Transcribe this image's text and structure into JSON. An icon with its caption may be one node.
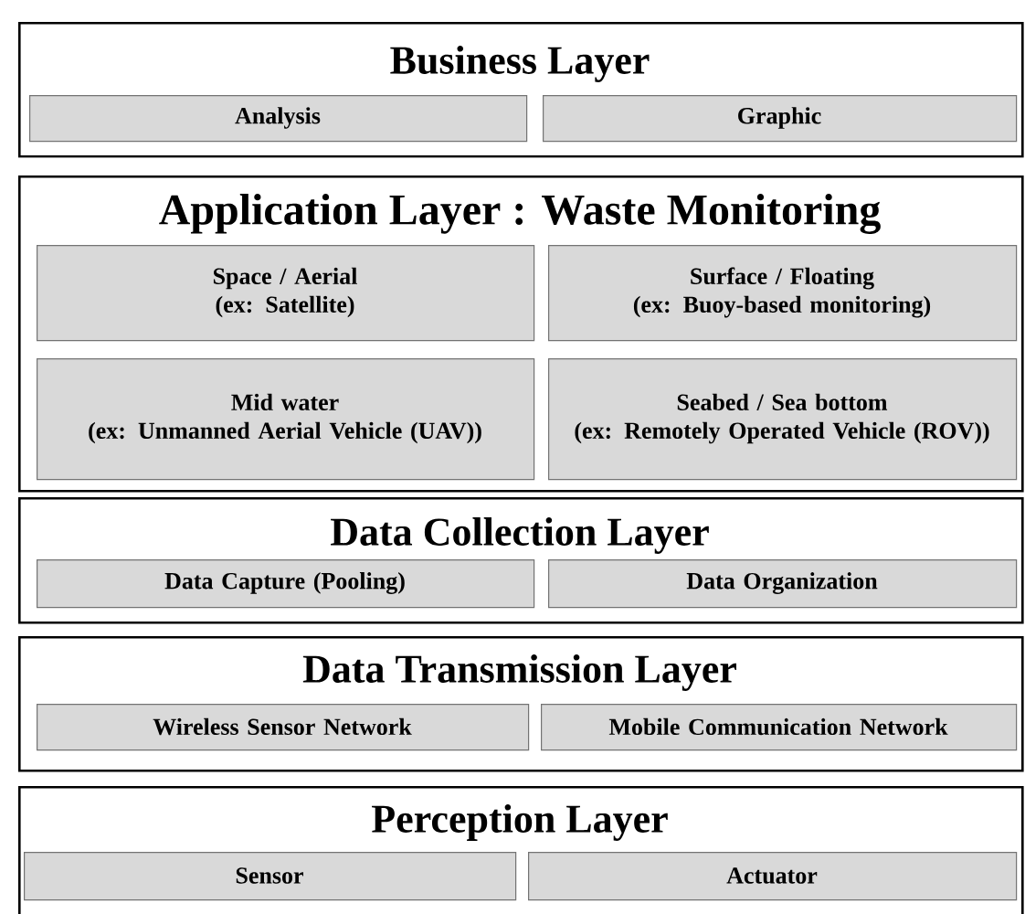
{
  "diagram": {
    "nodes": [
      {
        "text": [
          "Business Layer"
        ]
      },
      {
        "text": [
          "Analysis"
        ],
        "in": 0
      },
      {
        "text": [
          "Graphic"
        ],
        "in": 0
      },
      {
        "text": [
          "Application Layer : Waste Monitoring"
        ]
      },
      {
        "text": [
          "Space / Aerial",
          "(ex: Satellite)"
        ],
        "in": 3
      },
      {
        "text": [
          "Surface / Floating",
          "(ex: Buoy-based monitoring)"
        ],
        "in": 3
      },
      {
        "text": [
          "Mid water",
          "(ex: Unmanned Aerial Vehicle (UAV))"
        ],
        "in": 3
      },
      {
        "text": [
          "Seabed / Sea bottom",
          "(ex: Remotely Operated Vehicle (ROV))"
        ],
        "in": 3
      },
      {
        "text": [
          "Data Collection Layer"
        ]
      },
      {
        "text": [
          "Data Capture (Pooling)"
        ],
        "in": 8
      },
      {
        "text": [
          "Data Organization"
        ],
        "in": 8
      },
      {
        "text": [
          "Data Transmission Layer"
        ]
      },
      {
        "text": [
          "Wireless Sensor Network"
        ],
        "in": 11
      },
      {
        "text": [
          "Mobile Communication Network"
        ],
        "in": 11
      },
      {
        "text": [
          "Perception Layer"
        ]
      },
      {
        "text": [
          "Sensor"
        ],
        "in": 14
      },
      {
        "text": [
          "Actuator"
        ],
        "in": 14
      }
    ],
    "edges": []
  }
}
